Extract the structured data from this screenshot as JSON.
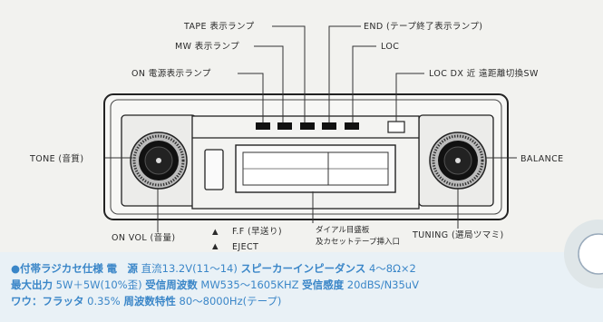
{
  "labels": {
    "tape": "TAPE 表示ランプ",
    "end": "END (テープ終了表示ランプ)",
    "mw": "MW 表示ランプ",
    "loc": "LOC",
    "on": "ON 電源表示ランプ",
    "locdx": "LOC DX 近 遠距離切換SW",
    "tone": "TONE (音質)",
    "balance": "BALANCE",
    "onvol": "ON VOL (音量)",
    "ff": "F.F (早送り)",
    "eject": "EJECT",
    "dial1": "ダイアル目盛板",
    "dial2": "及カセットテープ挿入口",
    "tuning": "TUNING (選局ツマミ)"
  },
  "spec": {
    "line1": {
      "head": "●付帯ラジカセ仕様",
      "k1": "電　源",
      "v1": "直流13.2V(11〜14)",
      "k2": "スピーカーインピーダンス",
      "v2": "4〜8Ω×2"
    },
    "line2": {
      "k1": "最大出力",
      "v1": "5W＋5W(10%歪)",
      "k2": "受信周波数",
      "v2": "MW535〜1605KHZ",
      "k3": "受信感度",
      "v3": "20dBS/N35uV"
    },
    "line3": {
      "k1": "ワウ：フラッタ",
      "v1": "0.35%",
      "k2": "周波数特性",
      "v2": "80〜8000Hz(テープ)"
    }
  }
}
